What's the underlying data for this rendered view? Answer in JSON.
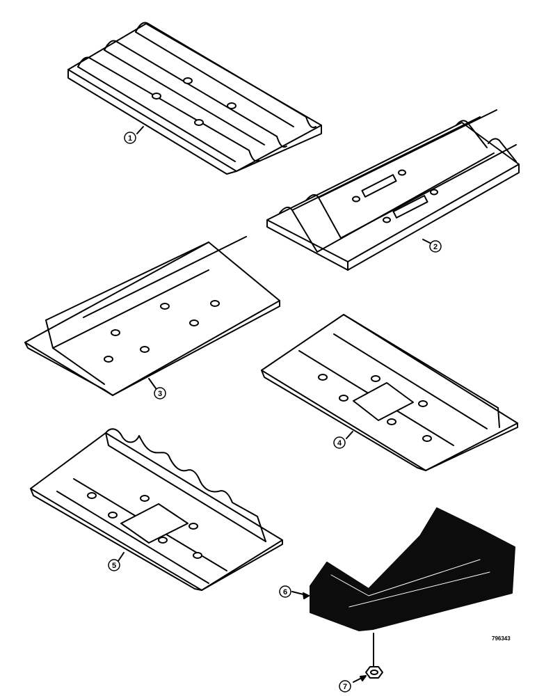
{
  "figure_id": "796343",
  "callouts": [
    {
      "id": "1",
      "text": "1"
    },
    {
      "id": "2",
      "text": "2"
    },
    {
      "id": "3",
      "text": "3"
    },
    {
      "id": "4",
      "text": "4"
    },
    {
      "id": "5",
      "text": "5"
    },
    {
      "id": "6",
      "text": "6"
    },
    {
      "id": "7",
      "text": "7"
    }
  ],
  "colors": {
    "line": "#000000",
    "paper": "#ffffff",
    "rubber_pad": "#0c0c0c"
  }
}
